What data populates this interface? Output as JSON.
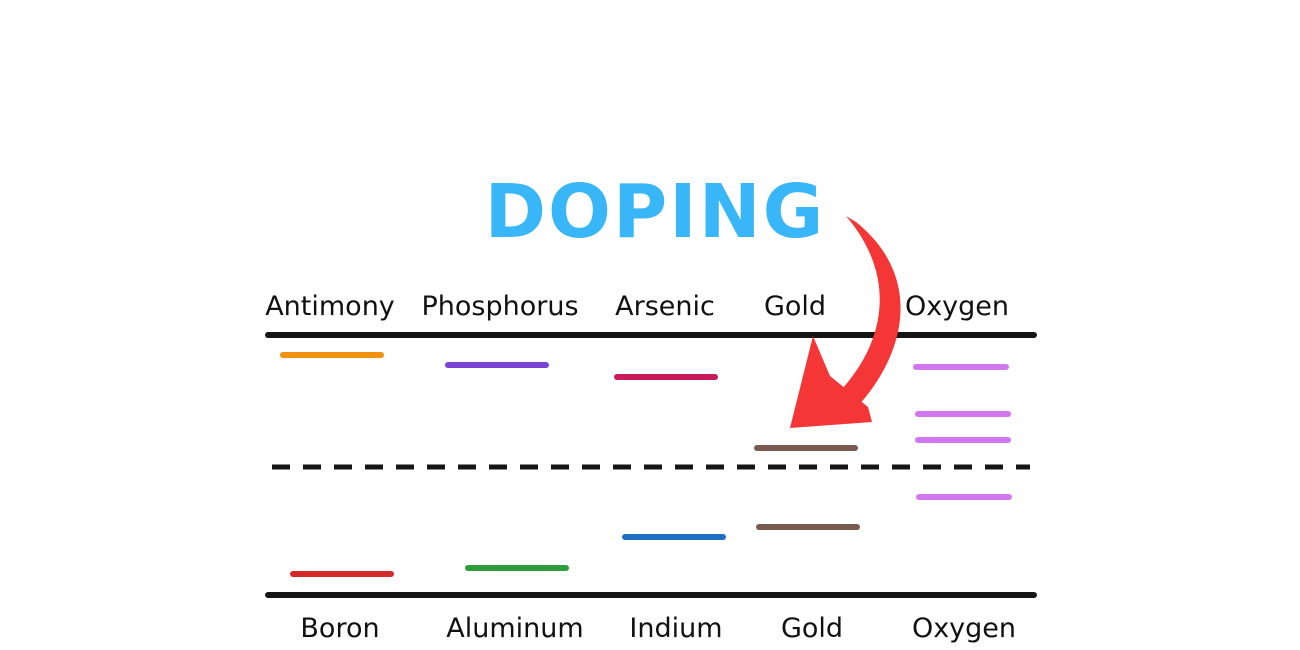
{
  "title": "DOPING",
  "colors": {
    "title": "#38b6f8",
    "band_edge": "#151515",
    "arrow": "#f43636"
  },
  "donors": [
    {
      "label": "Antimony",
      "levels": [
        {
          "color": "#f0920c"
        }
      ]
    },
    {
      "label": "Phosphorus",
      "levels": [
        {
          "color": "#7a45d6"
        }
      ]
    },
    {
      "label": "Arsenic",
      "levels": [
        {
          "color": "#c81b5d"
        }
      ]
    },
    {
      "label": "Gold",
      "levels": [
        {
          "color": "#7a5a4e"
        }
      ]
    },
    {
      "label": "Oxygen",
      "levels": [
        {
          "color": "#d277ef"
        },
        {
          "color": "#d277ef"
        },
        {
          "color": "#d277ef"
        }
      ]
    }
  ],
  "acceptors": [
    {
      "label": "Boron",
      "levels": [
        {
          "color": "#d52a2a"
        }
      ]
    },
    {
      "label": "Aluminum",
      "levels": [
        {
          "color": "#2e9b3c"
        }
      ]
    },
    {
      "label": "Indium",
      "levels": [
        {
          "color": "#1c6fc4"
        }
      ]
    },
    {
      "label": "Gold",
      "levels": [
        {
          "color": "#7a5a4e"
        }
      ]
    },
    {
      "label": "Oxygen",
      "levels": [
        {
          "color": "#d277ef"
        }
      ]
    }
  ],
  "arrow": {
    "icon": "curved-arrow-icon"
  }
}
